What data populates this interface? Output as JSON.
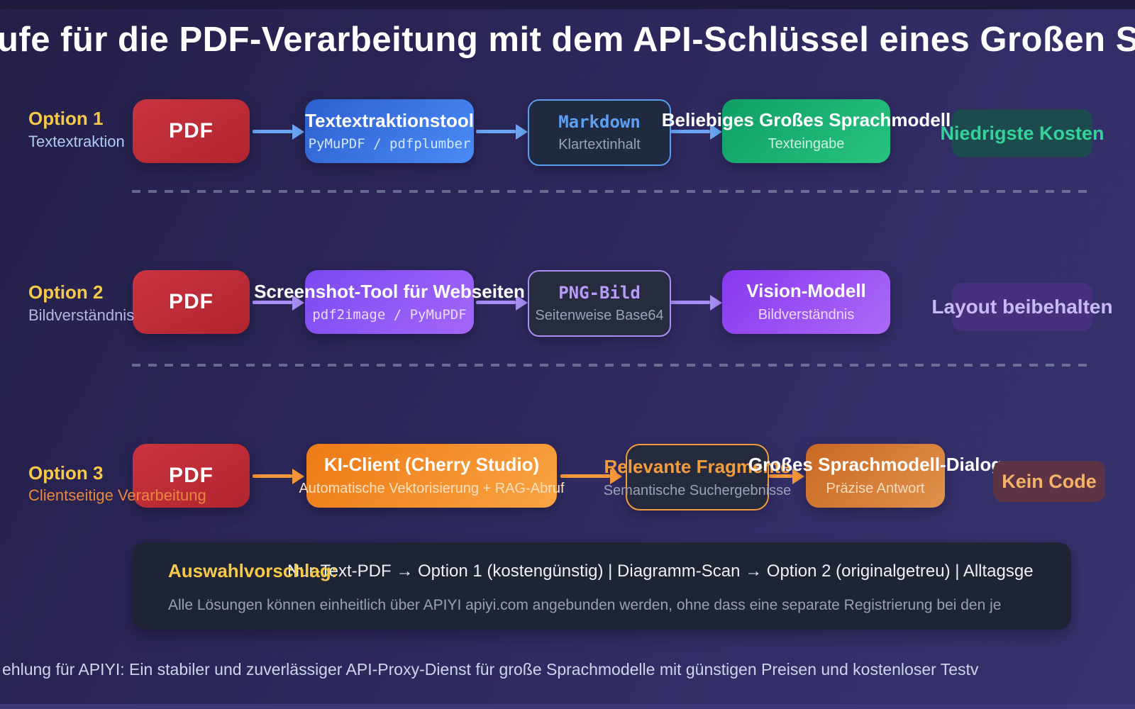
{
  "title": "ufe für die PDF-Verarbeitung mit dem API-Schlüssel eines Großen S",
  "rows": [
    {
      "option": "Option 1",
      "option_sub": "Textextraktion",
      "pdf": "PDF",
      "tool": {
        "title": "Textextraktionstool",
        "subtitle": "PyMuPDF / pdfplumber"
      },
      "mid": {
        "title": "Markdown",
        "subtitle": "Klartextinhalt"
      },
      "model": {
        "title": "Beliebiges Großes Sprachmodell",
        "subtitle": "Texteingabe"
      },
      "benefit": "Niedrigste Kosten"
    },
    {
      "option": "Option 2",
      "option_sub": "Bildverständnis",
      "pdf": "PDF",
      "tool": {
        "title": "Screenshot-Tool für Webseiten",
        "subtitle": "pdf2image / PyMuPDF"
      },
      "mid": {
        "title": "PNG-Bild",
        "subtitle": "Seitenweise Base64"
      },
      "model": {
        "title": "Vision-Modell",
        "subtitle": "Bildverständnis"
      },
      "benefit": "Layout beibehalten"
    },
    {
      "option": "Option 3",
      "option_sub": "Clientseitige Verarbeitung",
      "pdf": "PDF",
      "tool": {
        "title": "KI-Client (Cherry Studio)",
        "subtitle": "Automatische Vektorisierung + RAG-Abruf"
      },
      "mid": {
        "title": "Relevante Fragmente",
        "subtitle": "Semantische Suchergebnisse"
      },
      "model": {
        "title": "Großes Sprachmodell-Dialog",
        "subtitle": "Präzise Antwort"
      },
      "benefit": "Kein Code"
    }
  ],
  "summary": {
    "label": "Auswahlvorschlag:",
    "recommendation": "Nur-Text-PDF → Option 1 (kostengünstig) | Diagramm-Scan → Option 2 (originalgetreu) | Alltagsge",
    "note": "Alle Lösungen können einheitlich über APIYI apiyi.com angebunden werden, ohne dass eine separate Registrierung bei den je"
  },
  "footer": "ehlung für APIYI: Ein stabiler und zuverlässiger API-Proxy-Dienst für große Sprachmodelle mit günstigen Preisen und kostenloser Testv",
  "colors": {
    "accent_blue": "#6ba6f5",
    "accent_purple": "#a98ef7",
    "accent_orange": "#f5973b",
    "option_yellow": "#f7c948",
    "green_accent": "#33d39b",
    "benefit_teal_bg": "#1d4a4d",
    "benefit_violet_bg": "#45307d",
    "benefit_maroon_bg": "#5d3445",
    "benefit_lavender_text": "#c9b9f6",
    "benefit_orange_text": "#f7b267"
  }
}
